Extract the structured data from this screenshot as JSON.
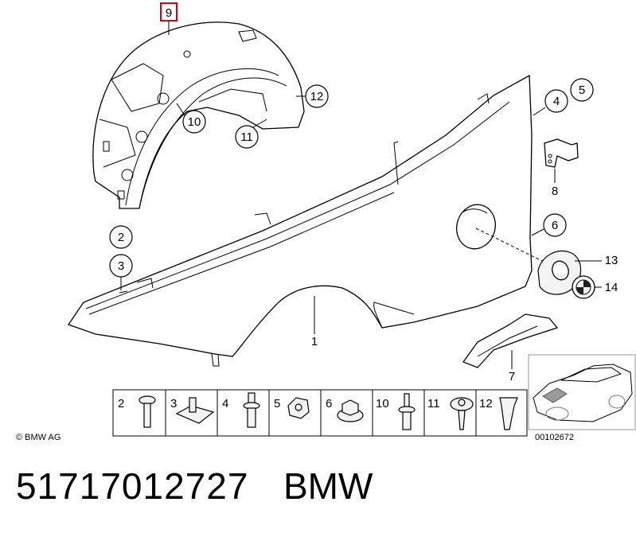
{
  "copyright": "© BMW AG",
  "drawing_number": "00102672",
  "part_number": "51717012727",
  "brand": "BMW",
  "highlighted_callout": "9",
  "callouts": {
    "c1": "1",
    "c2": "2",
    "c3": "3",
    "c4": "4",
    "c5": "5",
    "c6": "6",
    "c7": "7",
    "c8": "8",
    "c9": "9",
    "c10": "10",
    "c11": "11",
    "c12": "12",
    "c13": "13",
    "c14": "14"
  },
  "fastener_strip": [
    "2",
    "3",
    "4",
    "5",
    "6",
    "10",
    "11",
    "12"
  ],
  "colors": {
    "highlight_box": "#d0021b",
    "line": "#000000",
    "background": "#ffffff"
  }
}
